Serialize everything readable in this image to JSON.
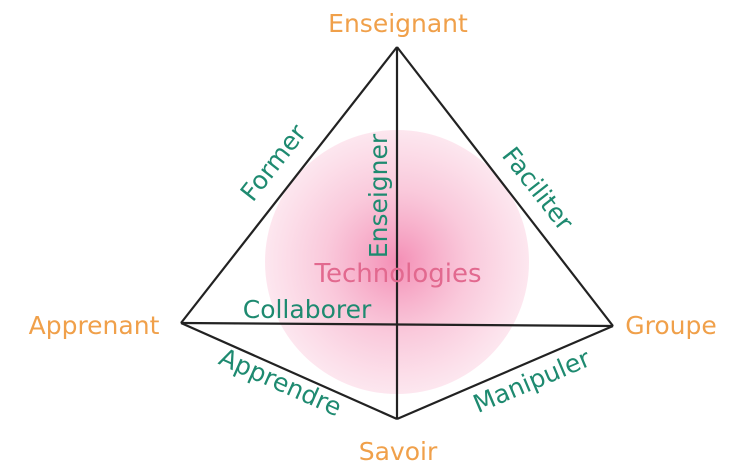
{
  "vertices": {
    "top": "Enseignant",
    "left": "Apprenant",
    "right": "Groupe",
    "bottom": "Savoir"
  },
  "edges": {
    "left_upper": "Former",
    "right_upper": "Faciliter",
    "vertical": "Enseigner",
    "horizontal": "Collaborer",
    "left_lower": "Apprendre",
    "right_lower": "Manipuler"
  },
  "center": "Technologies",
  "colors": {
    "vertex_text": "#f0a04a",
    "edge_text": "#1e8a70",
    "center_text": "#e2698f",
    "circle": "#f7b6cf",
    "lines": "#222222"
  }
}
